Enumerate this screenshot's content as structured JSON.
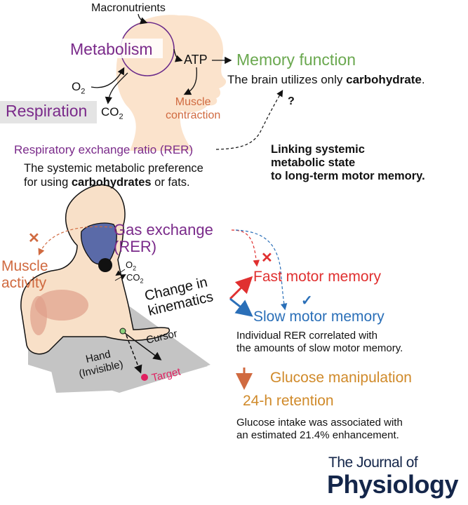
{
  "top": {
    "macronutrients": "Macronutrients",
    "metabolism": "Metabolism",
    "atp": "ATP",
    "memory_function": "Memory function",
    "brain_text_pre": "The brain utilizes only ",
    "brain_text_bold": "carbohydrate",
    "brain_text_post": ".",
    "o2": "O",
    "co2": "CO",
    "sub2": "2",
    "respiration": "Respiration",
    "muscle_contraction_1": "Muscle",
    "muscle_contraction_2": "contraction",
    "question": "?",
    "rer_title": "Respiratory exchange ratio (RER)",
    "rer_desc_1": "The systemic metabolic preference",
    "rer_desc_2_pre": "for using ",
    "rer_desc_2_bold": "carbohydrates",
    "rer_desc_2_post": " or fats.",
    "linking_1": "Linking systemic",
    "linking_2": "metabolic state",
    "linking_3": "to long-term motor memory."
  },
  "bottom": {
    "gas_exchange_1": "Gas exchange",
    "gas_exchange_2": "(RER)",
    "muscle_activity_1": "Muscle",
    "muscle_activity_2": "activity",
    "cross": "✕",
    "check": "✓",
    "o2": "O",
    "co2": "CO",
    "sub2": "2",
    "kinematics_1": "Change in",
    "kinematics_2": "kinematics",
    "cursor": "Cursor",
    "hand_1": "Hand",
    "hand_2": "(Invisible)",
    "target": "Target",
    "fast_memory": "Fast motor memory",
    "slow_memory": "Slow motor memory",
    "slow_desc_1": "Individual RER correlated with",
    "slow_desc_2": "the amounts of slow motor memory.",
    "glucose_manipulation": "Glucose manipulation",
    "retention": "24-h retention",
    "glucose_desc_1": "Glucose intake was associated with",
    "glucose_desc_2": "an estimated 21.4% enhancement."
  },
  "logo": {
    "line1": "The Journal of",
    "line2": "Physiology"
  },
  "colors": {
    "purple": "#7a2a8a",
    "green": "#6aa84f",
    "orange": "#d06a40",
    "red": "#e03030",
    "blue": "#2a6fb8",
    "amber": "#d08a2a",
    "navy": "#14264a",
    "head_silhouette": "#fbe3cc",
    "mask": "#5a6aa8",
    "platform": "#c4c4c4"
  }
}
